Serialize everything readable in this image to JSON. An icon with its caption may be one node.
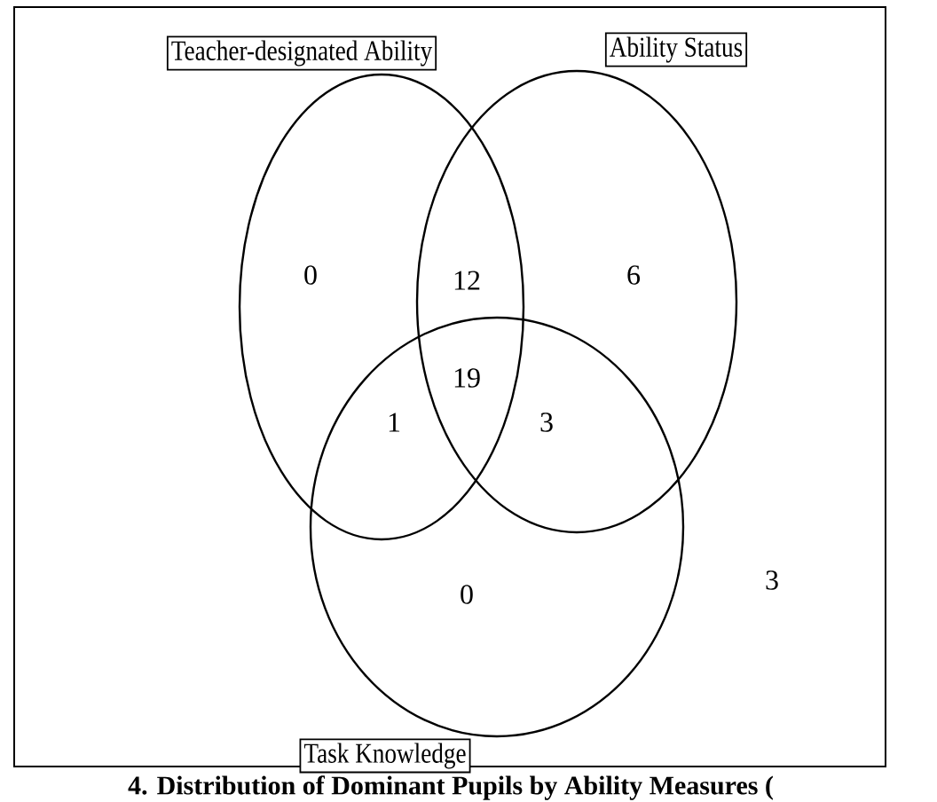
{
  "diagram": {
    "caption": "4. Distribution of Dominant Pupils by Ability Measures (",
    "nodes": [
      {
        "text": [
          "Teacher-designated Ability"
        ]
      },
      {
        "text": [
          "Ability Status"
        ]
      },
      {
        "text": [
          "Task Knowledge"
        ]
      }
    ],
    "labels": [
      "0",
      "12",
      "6",
      "19",
      "1",
      "3",
      "0",
      "3"
    ]
  }
}
